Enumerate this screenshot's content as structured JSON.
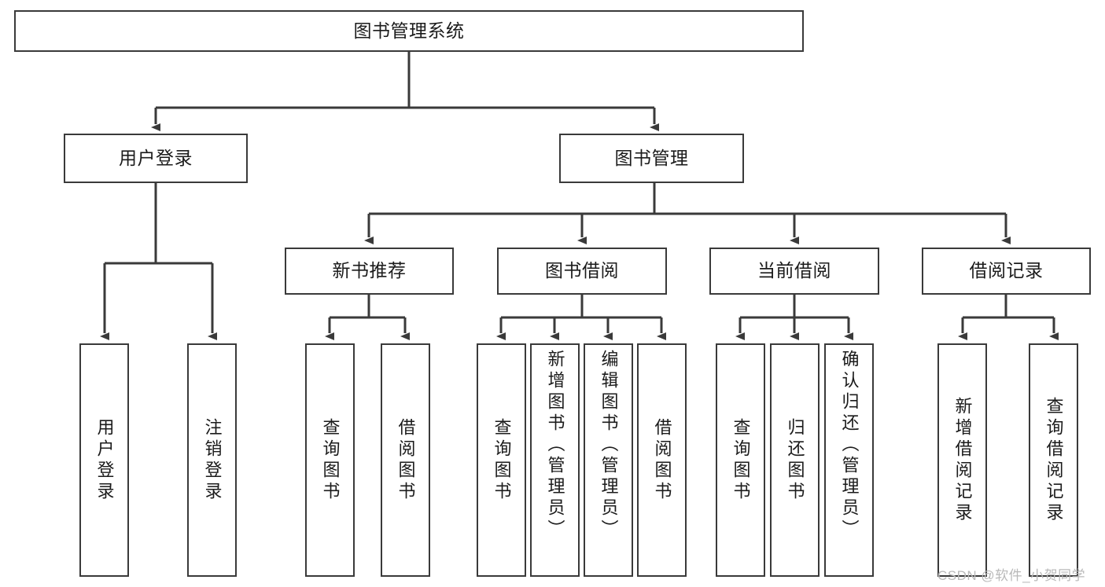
{
  "diagram": {
    "title": "图书管理系统",
    "type": "functional-structure-tree",
    "root": {
      "label": "图书管理系统"
    },
    "level2": [
      {
        "label": "用户登录"
      },
      {
        "label": "图书管理"
      }
    ],
    "level3": [
      {
        "label": "新书推荐"
      },
      {
        "label": "图书借阅"
      },
      {
        "label": "当前借阅"
      },
      {
        "label": "借阅记录"
      }
    ],
    "leaves": {
      "user_login": [
        {
          "label": "用户登录"
        },
        {
          "label": "注销登录"
        }
      ],
      "new_book": [
        {
          "label": "查询图书"
        },
        {
          "label": "借阅图书"
        }
      ],
      "book_borrow": [
        {
          "label": "查询图书"
        },
        {
          "label": "新增图书（管理员）"
        },
        {
          "label": "编辑图书（管理员）"
        },
        {
          "label": "借阅图书"
        }
      ],
      "current_borrow": [
        {
          "label": "查询图书"
        },
        {
          "label": "归还图书"
        },
        {
          "label": "确认归还（管理员）"
        }
      ],
      "borrow_record": [
        {
          "label": "新增借阅记录"
        },
        {
          "label": "查询借阅记录"
        }
      ]
    }
  },
  "watermark": {
    "text": "CSDN @软件_小贺同学"
  },
  "colors": {
    "stroke": "#3a3a3a",
    "fill": "#ffffff",
    "text": "#1b1b1b",
    "watermark": "#b9b9b9"
  }
}
